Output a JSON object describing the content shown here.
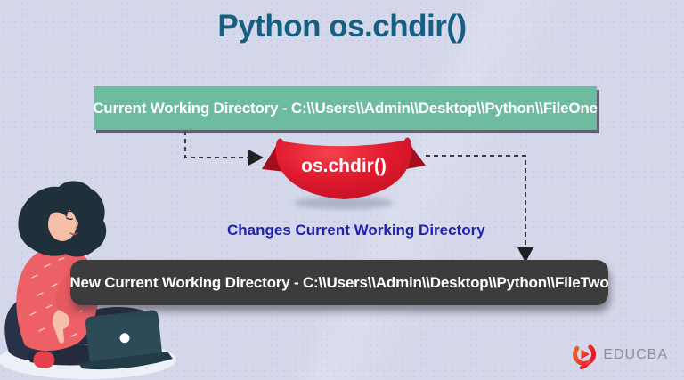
{
  "title": "Python os.chdir()",
  "flow": {
    "source_box": "Current Working Directory - C:\\\\Users\\\\Admin\\\\Desktop\\\\Python\\\\FileOne",
    "function_label": "os.chdir()",
    "caption": "Changes Current Working Directory",
    "result_box": "New Current Working Directory - C:\\\\Users\\\\Admin\\\\Desktop\\\\Python\\\\FileTwo"
  },
  "branding": {
    "name": "EDUCBA"
  },
  "colors": {
    "background": "#d4d8ea",
    "title_text": "#155f80",
    "source_box_bg": "#6dbca0",
    "function_badge_red": "#d3112a",
    "function_wing_red": "#a30e1f",
    "caption_blue": "#2121b0",
    "result_box_bg": "#3c3c3e",
    "arrow_dark": "#3a3a42",
    "logo_gradient": [
      "#f26522",
      "#e8192c"
    ],
    "logo_text_gray": "#8c9095"
  }
}
